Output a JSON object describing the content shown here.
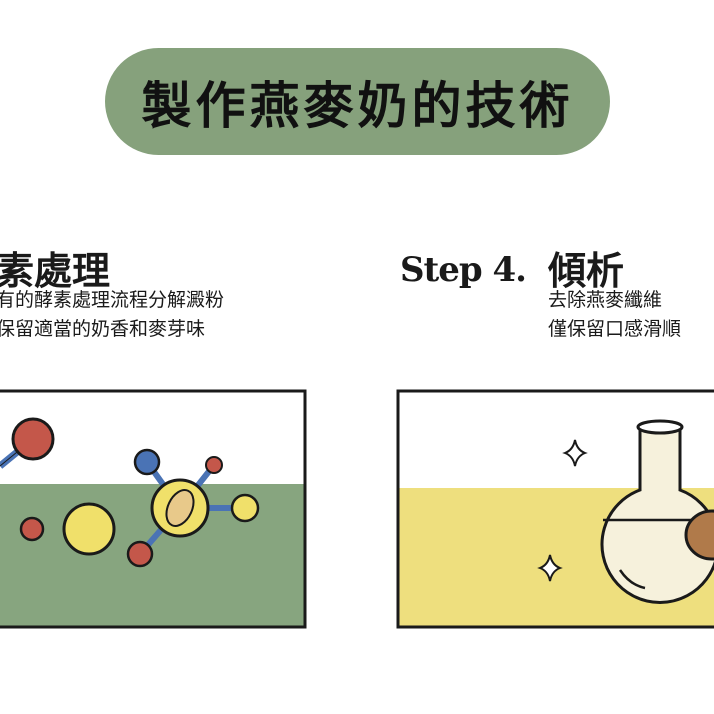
{
  "title": "製作燕麥奶的技術",
  "step3": {
    "heading": "素處理",
    "lines": [
      "有的酵素處理流程分解澱粉",
      "保留適當的奶香和麥芽味"
    ]
  },
  "step4": {
    "label": "Step 4.",
    "heading": "傾析",
    "lines": [
      "去除燕麥纖維",
      "僅保留口感滑順"
    ]
  },
  "colors": {
    "title_bg": "#86a17c",
    "green": "#87a57f",
    "yellow": "#eedf7e",
    "red": "#c4574a",
    "blue": "#4a73b5",
    "ball_yellow": "#f0e06a"
  }
}
